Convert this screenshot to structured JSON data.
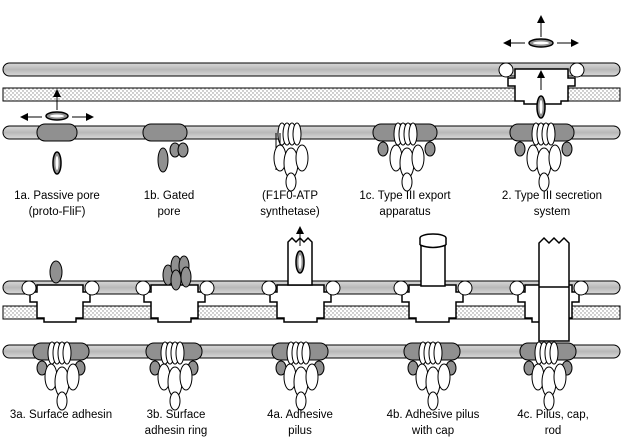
{
  "colors": {
    "membrane": "#c4c4c4",
    "periplasm_dots": "#9a9a9a",
    "protein_fill": "#ffffff",
    "ring_fill": "#909090",
    "line": "#000000"
  },
  "panels": [
    {
      "id": "1a",
      "lines": [
        "1a. Passive pore",
        "(proto-FliF)"
      ]
    },
    {
      "id": "1b",
      "lines": [
        "1b. Gated",
        "pore"
      ]
    },
    {
      "id": "atp",
      "lines": [
        "(F1F0-ATP",
        "synthetase)"
      ]
    },
    {
      "id": "1c",
      "lines": [
        "1c. Type III export",
        "apparatus"
      ]
    },
    {
      "id": "2",
      "lines": [
        "2. Type III secretion",
        "system"
      ]
    },
    {
      "id": "3a",
      "lines": [
        "3a. Surface adhesin",
        ""
      ]
    },
    {
      "id": "3b",
      "lines": [
        "3b. Surface",
        "adhesin ring"
      ]
    },
    {
      "id": "4a",
      "lines": [
        "4a. Adhesive",
        "pilus"
      ]
    },
    {
      "id": "4b",
      "lines": [
        "4b. Adhesive pilus",
        "with cap"
      ]
    },
    {
      "id": "4c",
      "lines": [
        "4c. Pilus, cap,",
        "rod"
      ]
    }
  ]
}
